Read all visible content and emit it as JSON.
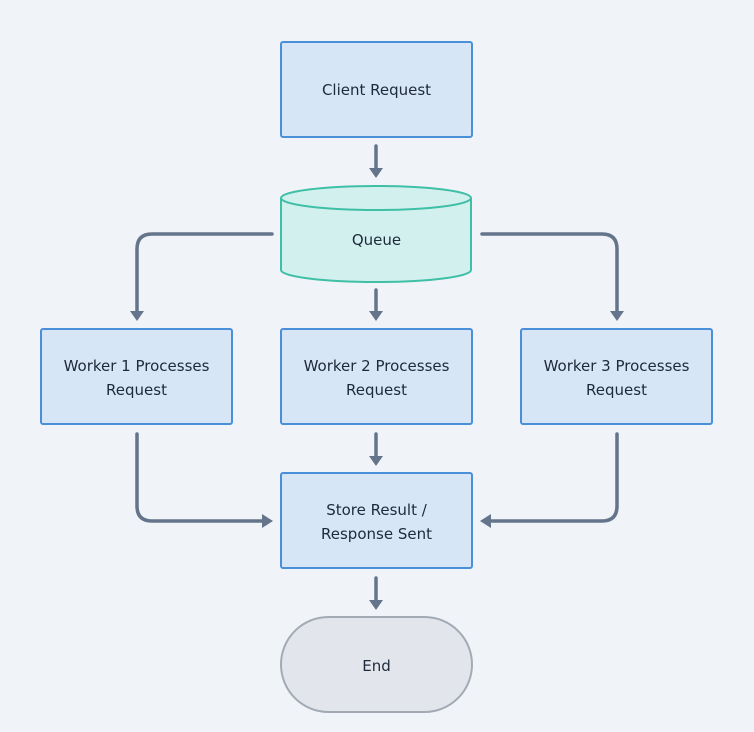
{
  "colors": {
    "process_fill": "#d6e6f7",
    "process_stroke": "#4a90d9",
    "queue_fill": "#d2f0ee",
    "queue_stroke": "#3fbfa5",
    "end_fill": "#e2e6ec",
    "end_stroke": "#a3aab4",
    "edge": "#64748b",
    "text": "#1e293b"
  },
  "nodes": {
    "client_request": {
      "lines": [
        "Client Request"
      ]
    },
    "queue": {
      "lines": [
        "Queue"
      ]
    },
    "worker_1": {
      "lines": [
        "Worker 1 Processes",
        "Request"
      ]
    },
    "worker_2": {
      "lines": [
        "Worker 2 Processes",
        "Request"
      ]
    },
    "worker_3": {
      "lines": [
        "Worker 3 Processes",
        "Request"
      ]
    },
    "store_result": {
      "lines": [
        "Store Result /",
        "Response Sent"
      ]
    },
    "end": {
      "lines": [
        "End"
      ]
    }
  },
  "edges": [
    {
      "from": "client_request",
      "to": "queue"
    },
    {
      "from": "queue",
      "to": "worker_1"
    },
    {
      "from": "queue",
      "to": "worker_2"
    },
    {
      "from": "queue",
      "to": "worker_3"
    },
    {
      "from": "worker_1",
      "to": "store_result"
    },
    {
      "from": "worker_2",
      "to": "store_result"
    },
    {
      "from": "worker_3",
      "to": "store_result"
    },
    {
      "from": "store_result",
      "to": "end"
    }
  ]
}
